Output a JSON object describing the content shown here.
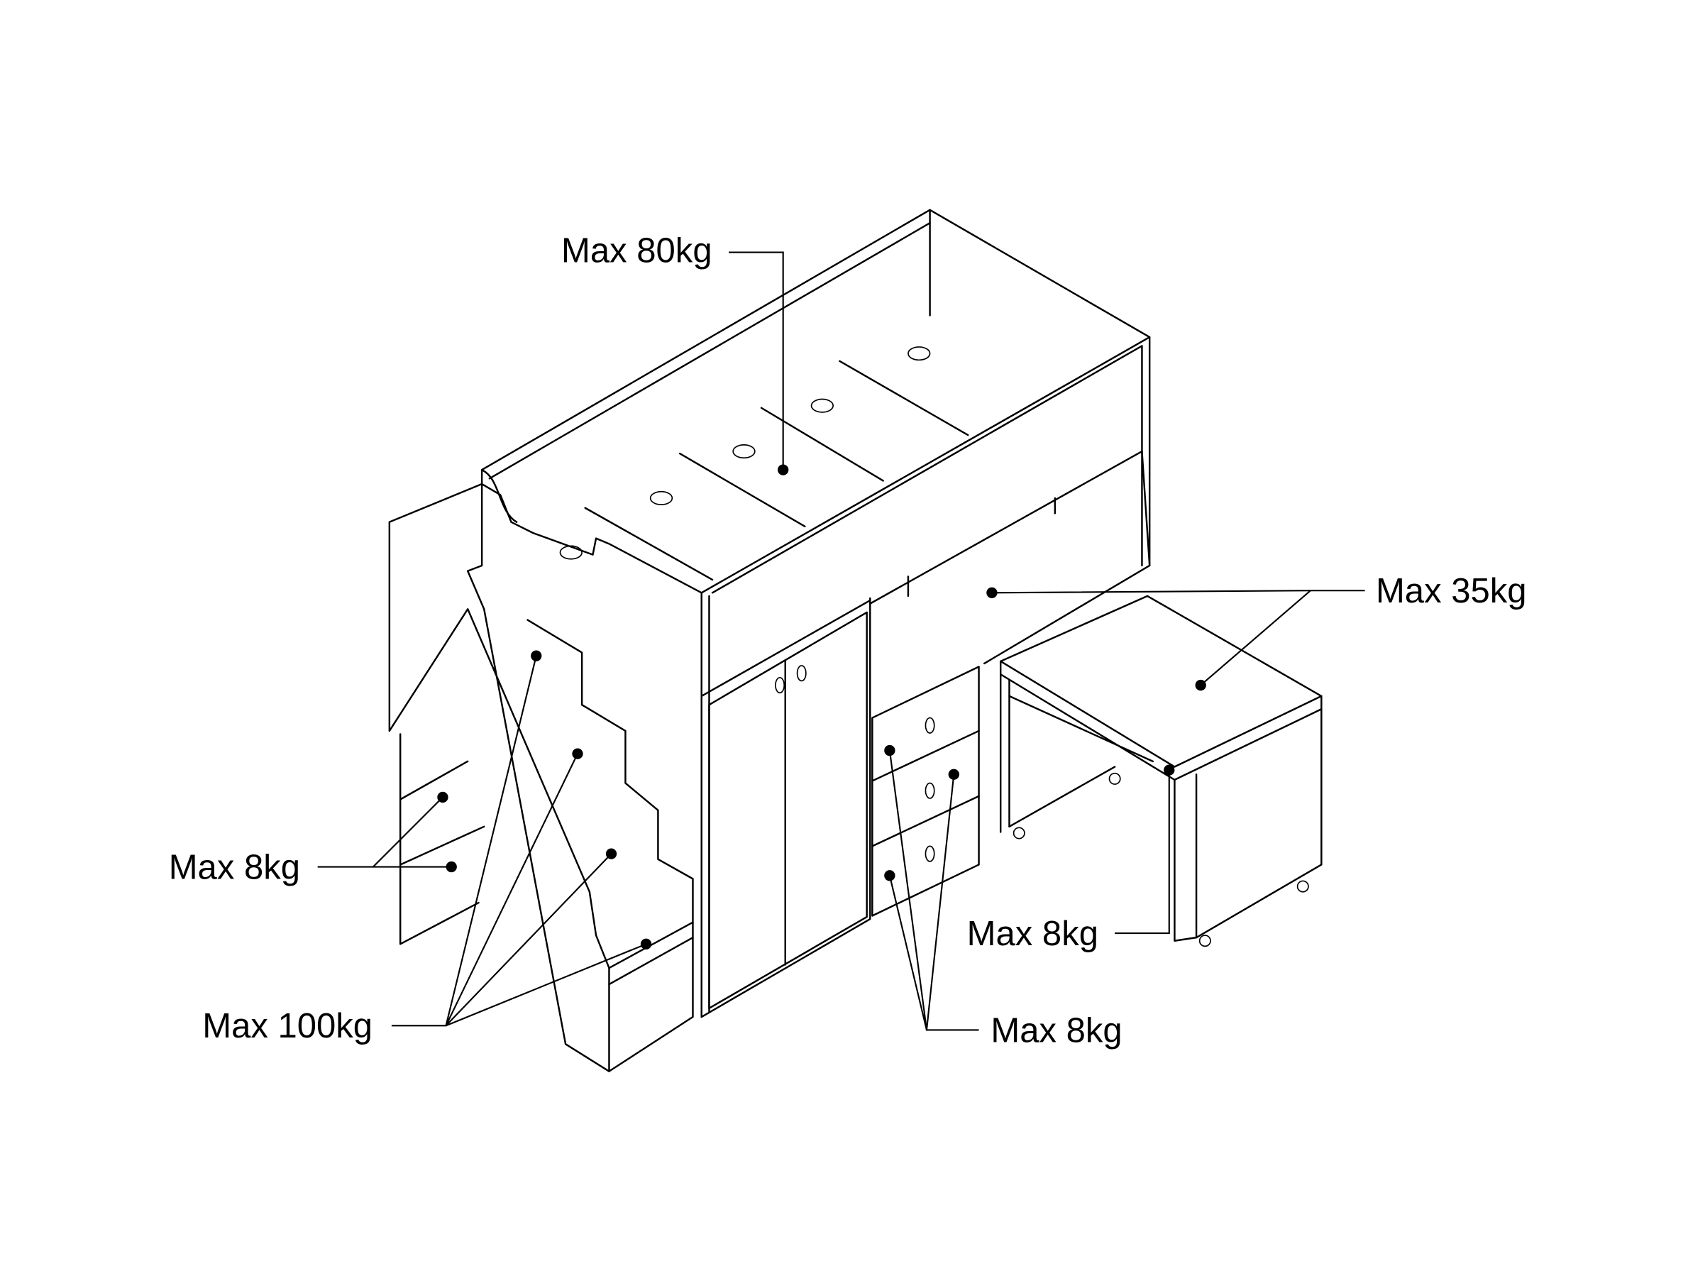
{
  "labels": {
    "mattress": "Max 80kg",
    "desk": "Max 35kg",
    "shelves": "Max 8kg",
    "stairs": "Max 100kg",
    "desk_shelf": "Max 8kg",
    "drawers": "Max 8kg"
  },
  "colors": {
    "line": "#000000",
    "background": "#ffffff"
  }
}
